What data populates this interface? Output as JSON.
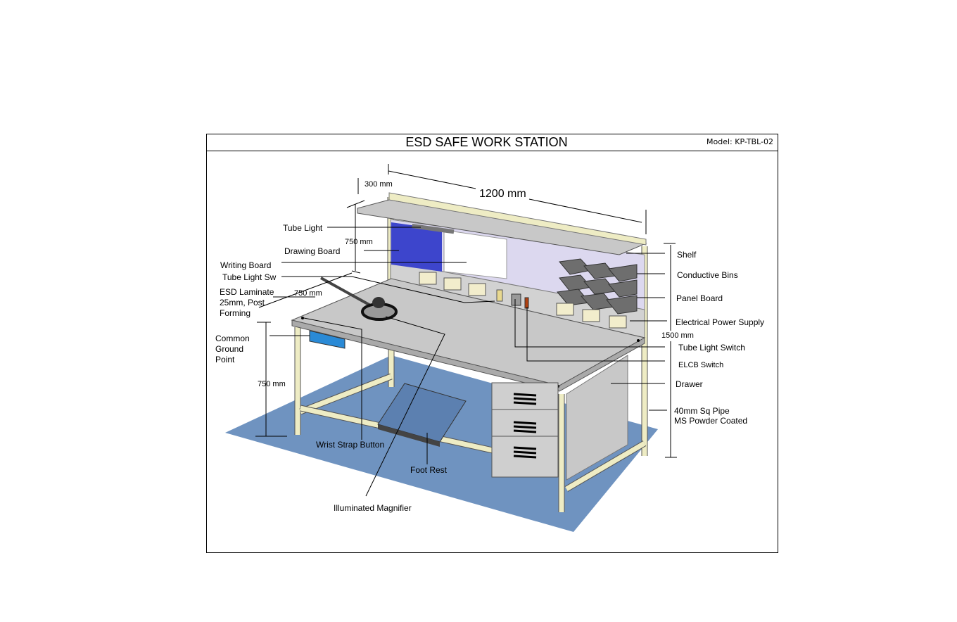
{
  "header": {
    "title": "ESD SAFE WORK STATION",
    "model": "Model: KP-TBL-02"
  },
  "dimensions": {
    "depth": "300 mm",
    "width": "1200 mm",
    "shelf_height": "750 mm",
    "desk_depth": "750 mm",
    "desk_height": "750 mm",
    "total_height": "1500 mm"
  },
  "labels_left": {
    "tube_light": "Tube Light",
    "drawing_board": "Drawing Board",
    "writing_board": "Writing Board",
    "tube_light_sw": "Tube Light Sw",
    "esd_laminate": [
      "ESD Laminate",
      "25mm, Post",
      "Forming"
    ],
    "common_ground": [
      "Common",
      "Ground",
      "Point"
    ]
  },
  "labels_bottom": {
    "wrist_strap": "Wrist Strap Button",
    "foot_rest": "Foot Rest",
    "magnifier": "Illuminated Magnifier"
  },
  "labels_right": {
    "shelf": "Shelf",
    "bins": "Conductive Bins",
    "panel": "Panel Board",
    "power": "Electrical Power Supply",
    "tube_switch": "Tube Light Switch",
    "elcb": "ELCB Switch",
    "drawer": "Drawer",
    "pipe": [
      "40mm Sq Pipe",
      "MS Powder Coated"
    ]
  },
  "colors": {
    "mat": "#6f93c0",
    "drawing_board": "#3d45cc",
    "panel": "#dcd8ef",
    "surface": "#c8c8c8",
    "frame": "#eeecc4",
    "ground_point": "#2a8ad6"
  }
}
